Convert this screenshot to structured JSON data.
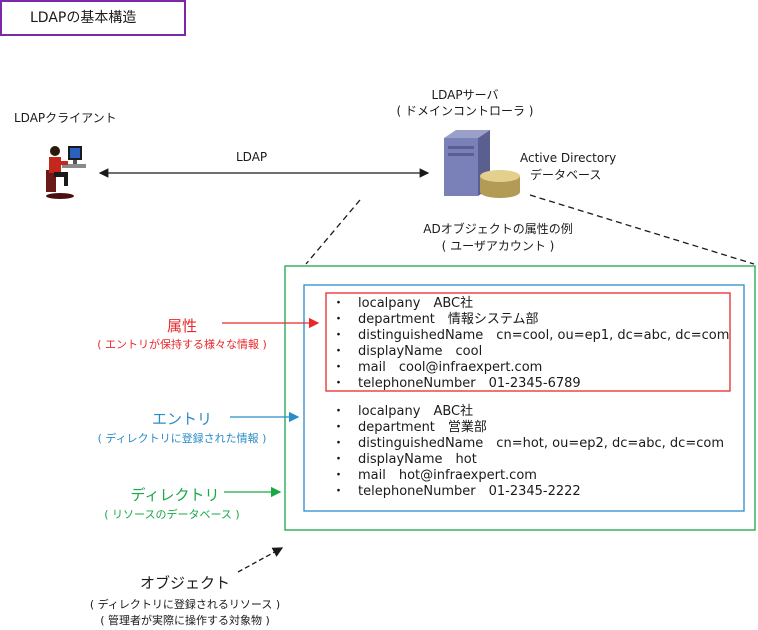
{
  "title": "LDAPの基本構造",
  "client": {
    "label": "LDAPクライアント"
  },
  "protocol": {
    "label": "LDAP"
  },
  "server": {
    "label": "LDAPサーバ",
    "sublabel": "( ドメインコントローラ )"
  },
  "database": {
    "label_line1": "Active Directory",
    "label_line2": "データベース"
  },
  "ad_object": {
    "label": "ADオブジェクトの属性の例",
    "sublabel": "( ユーザアカウント )"
  },
  "legend": {
    "attribute": {
      "label": "属性",
      "sublabel": "( エントリが保持する様々な情報 )",
      "color": "#e8292b"
    },
    "entry": {
      "label": "エントリ",
      "sublabel": "( ディレクトリに登録された情報 )",
      "color": "#2b8cc8"
    },
    "directory": {
      "label": "ディレクトリ",
      "sublabel": "( リソースのデータベース )",
      "color": "#1aa845"
    },
    "object": {
      "label": "オブジェクト",
      "sublabel1": "( ディレクトリに登録されるリソース )",
      "sublabel2": "( 管理者が実際に操作する対象物 )"
    }
  },
  "entries": [
    {
      "attributes": [
        "localpany　ABC社",
        "department　情報システム部",
        "distinguishedName　cn=cool, ou=ep1, dc=abc, dc=com",
        "displayName　cool",
        "mail　cool@infraexpert.com",
        "telephoneNumber　01-2345-6789"
      ]
    },
    {
      "attributes": [
        "localpany　ABC社",
        "department　営業部",
        "distinguishedName　cn=hot, ou=ep2, dc=abc, dc=com",
        "displayName　hot",
        "mail　hot@infraexpert.com",
        "telephoneNumber　01-2345-2222"
      ]
    }
  ]
}
